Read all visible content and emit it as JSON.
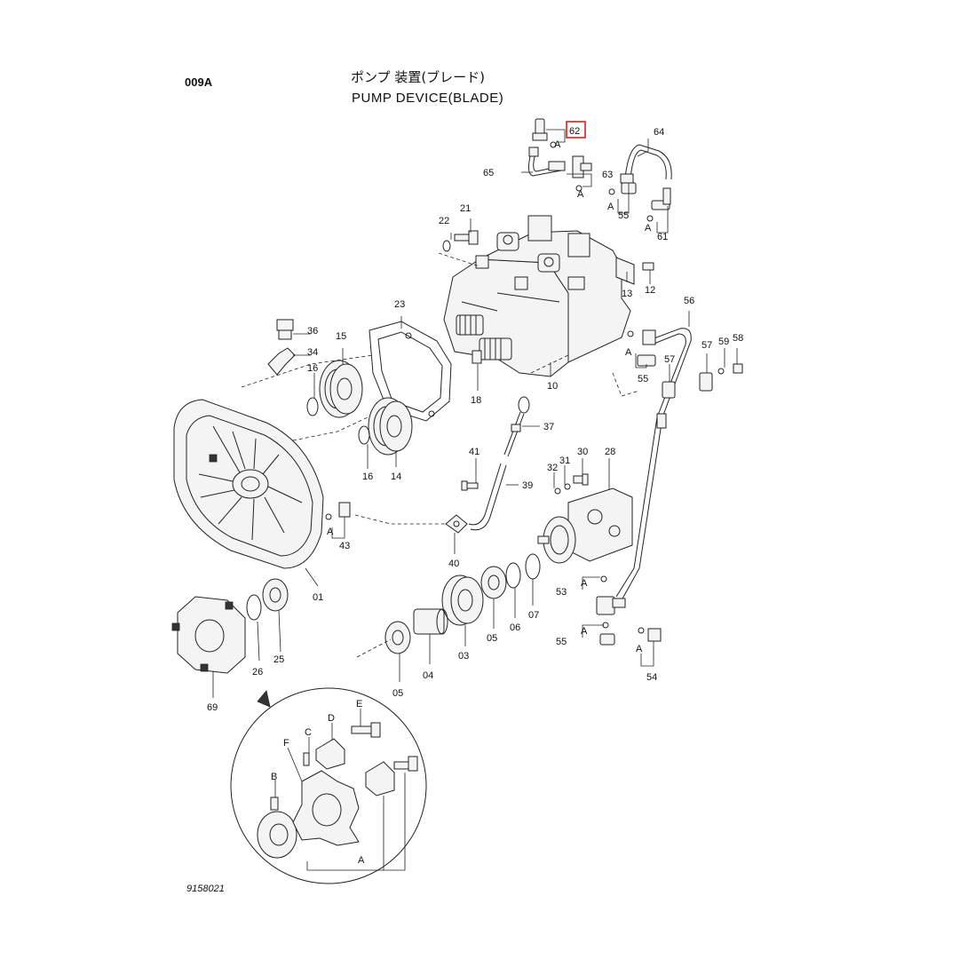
{
  "header": {
    "code": "009A",
    "title_jp": "ポンプ 装置(ブレード)",
    "title_en": "PUMP  DEVICE(BLADE)"
  },
  "drawing_number": "9158021",
  "highlighted_callout": "62",
  "callouts": {
    "c62": "62",
    "c63": "63",
    "c64": "64",
    "c65": "65",
    "c55a": "55",
    "c61": "61",
    "c22": "22",
    "c21": "21",
    "c13": "13",
    "c12": "12",
    "c23": "23",
    "c36": "36",
    "c34": "34",
    "c15": "15",
    "c16a": "16",
    "c56": "56",
    "c57a": "57",
    "c59": "59",
    "c58": "58",
    "c57b": "57",
    "c55b": "55",
    "c18": "18",
    "c10": "10",
    "c37": "37",
    "c16b": "16",
    "c14": "14",
    "c41": "41",
    "c39": "39",
    "c32": "32",
    "c31": "31",
    "c30": "30",
    "c28": "28",
    "c43": "43",
    "c40": "40",
    "c01": "01",
    "c53": "53",
    "c55c": "55",
    "c54": "54",
    "c26": "26",
    "c25": "25",
    "c05a": "05",
    "c06": "06",
    "c07": "07",
    "c03": "03",
    "c04": "04",
    "c05b": "05",
    "c69": "69"
  },
  "ref_letters": {
    "a1": "A",
    "a2": "A",
    "a3": "A",
    "a4": "A",
    "a5": "A",
    "a6": "A",
    "a7": "A",
    "a8": "A",
    "a9": "A",
    "b": "B",
    "c": "C",
    "d": "D",
    "e": "E",
    "f": "F",
    "a10": "A"
  }
}
